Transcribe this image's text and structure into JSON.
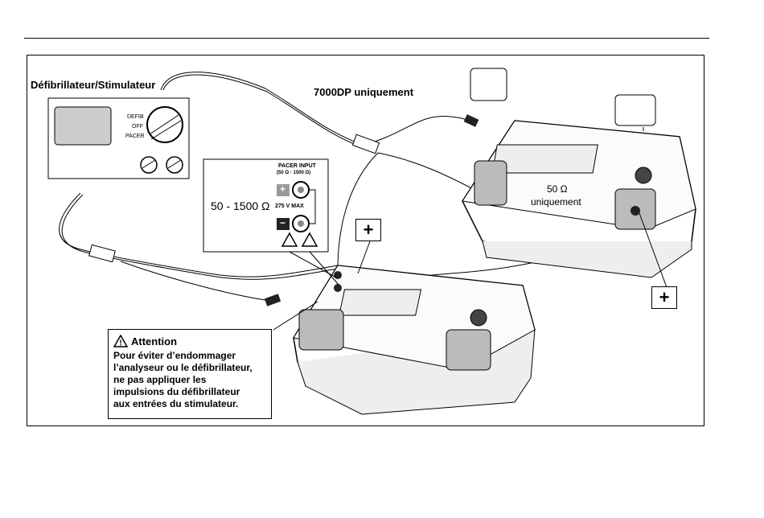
{
  "header": {},
  "figure": {
    "device_label": "Défibrillateur/Stimulateur",
    "dial_positions": [
      "DEFIB",
      "OFF",
      "PACER"
    ],
    "model_note": "7000DP uniquement",
    "pacer_panel": {
      "title": "PACER INPUT",
      "range": "(50 Ω - 1500 Ω)",
      "max_voltage": "275 V MAX",
      "resistance_label": "50 - 1500 Ω",
      "plus_symbol": "+",
      "minus_symbol": "−"
    },
    "note_50": "50 Ω",
    "note_50_sub": "uniquement",
    "plus_callout_1": "+",
    "plus_callout_2": "+",
    "warning": {
      "icon": "warning-triangle-icon",
      "title": "Attention",
      "text_lines": [
        "Pour éviter d’endommager",
        "l’analyseur ou le défibrillateur,",
        "ne pas appliquer les",
        "impulsions du défibrillateur",
        "aux entrées du stimulateur."
      ]
    }
  }
}
